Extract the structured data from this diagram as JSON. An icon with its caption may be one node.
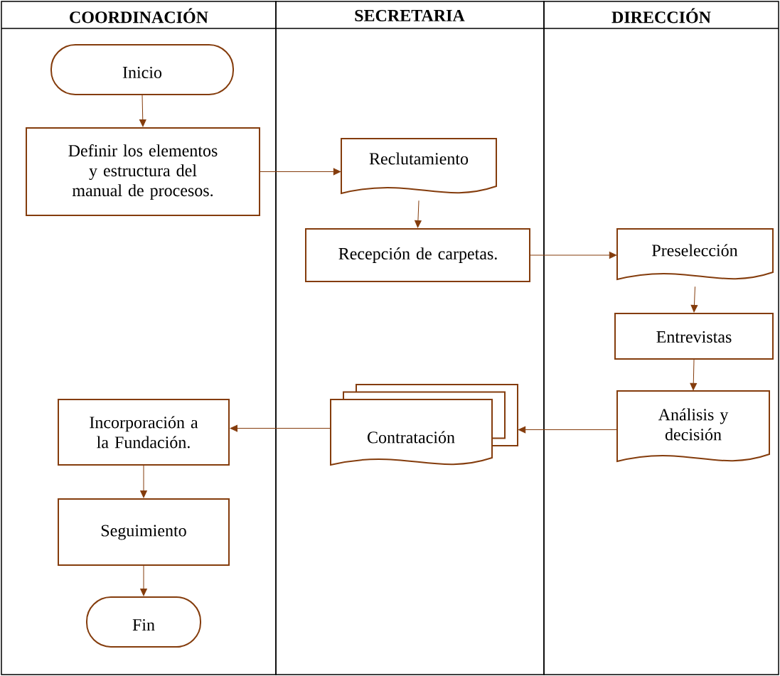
{
  "diagram": {
    "nodes": [
      {
        "text": [
          "COORDINACIÓN"
        ]
      },
      {
        "text": [
          "SECRETARIA"
        ]
      },
      {
        "text": [
          "DIRECCIÓN"
        ]
      },
      {
        "text": [
          "Inicio"
        ],
        "in": 0
      },
      {
        "text": [
          "Definir los elementos y estructura del manual de procesos."
        ],
        "in": 0
      },
      {
        "text": [
          "Reclutamiento"
        ],
        "in": 1
      },
      {
        "text": [
          "Recepción de carpetas."
        ],
        "in": 1
      },
      {
        "text": [
          "Preselección"
        ],
        "in": 2
      },
      {
        "text": [
          "Entrevistas"
        ],
        "in": 2
      },
      {
        "text": [
          "Análisis y decisión"
        ],
        "in": 2
      },
      {
        "text": [
          "Contratación"
        ],
        "in": 1
      },
      {
        "text": [
          "Incorporación a la Fundación."
        ],
        "in": 0
      },
      {
        "text": [
          "Seguimiento"
        ],
        "in": 0
      },
      {
        "text": [
          "Fin"
        ],
        "in": 0
      }
    ],
    "edges": [
      {
        "from": 3,
        "to": 4,
        "arrow": "to"
      },
      {
        "from": 4,
        "to": 5,
        "arrow": "to"
      },
      {
        "from": 5,
        "to": 6,
        "arrow": "to"
      },
      {
        "from": 6,
        "to": 7,
        "arrow": "to"
      },
      {
        "from": 7,
        "to": 8,
        "arrow": "to"
      },
      {
        "from": 8,
        "to": 9,
        "arrow": "to"
      },
      {
        "from": 9,
        "to": 10,
        "arrow": "to"
      },
      {
        "from": 10,
        "to": 11,
        "arrow": "to"
      },
      {
        "from": 11,
        "to": 12,
        "arrow": "to"
      },
      {
        "from": 12,
        "to": 13,
        "arrow": "to"
      }
    ]
  }
}
